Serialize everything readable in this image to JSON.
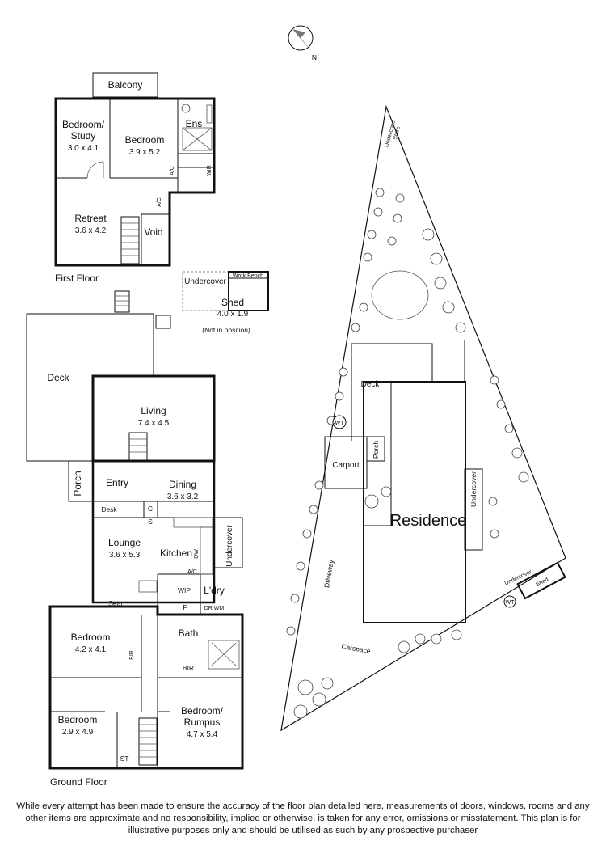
{
  "compass": {
    "label": "N"
  },
  "first_floor": {
    "title": "First Floor",
    "rooms": {
      "balcony": "Balcony",
      "bedroom_study": {
        "name1": "Bedroom/",
        "name2": "Study",
        "dims": "3.0 x 4.1"
      },
      "bedroom": {
        "name": "Bedroom",
        "dims": "3.9 x 5.2"
      },
      "ens": "Ens",
      "wir": "WIR",
      "ac1": "A/C",
      "ac2": "A/C",
      "retreat": {
        "name": "Retreat",
        "dims": "3.6 x 4.2"
      },
      "void": "Void"
    }
  },
  "shed_plan": {
    "undercover": "Undercover",
    "work_bench": "Work Bench",
    "shed": {
      "name": "Shed",
      "dims": "4.0 x 1.9"
    },
    "note": "(Not in position)"
  },
  "ground_floor": {
    "title": "Ground Floor",
    "rooms": {
      "deck": "Deck",
      "living": {
        "name": "Living",
        "dims": "7.4 x 4.5"
      },
      "porch": "Porch",
      "entry": "Entry",
      "dining": {
        "name": "Dining",
        "dims": "3.6 x 3.2"
      },
      "desk": "Desk",
      "c": "C",
      "s": "S",
      "lounge": {
        "name": "Lounge",
        "dims": "3.6 x 5.3"
      },
      "kitchen": "Kitchen",
      "dw": "DW",
      "undercover": "Undercover",
      "ac": "A/C",
      "wip": "WIP",
      "f": "F",
      "ldry": "L'dry",
      "dr_wm": "DR WM",
      "seat": "Seat",
      "bedroom1": {
        "name": "Bedroom",
        "dims": "4.2 x 4.1"
      },
      "bir": "BIR",
      "bath": "Bath",
      "bedroom2": {
        "name": "Bedroom",
        "dims": "2.9 x 4.9"
      },
      "bedroom_rumpus": {
        "name1": "Bedroom/",
        "name2": "Rumpus",
        "dims": "4.7 x 5.4"
      },
      "st": "ST"
    }
  },
  "site_plan": {
    "undercover_store1": "Undercover",
    "undercover_store2": "Store",
    "deck": "Deck",
    "wt": "WT",
    "carport": "Carport",
    "porch": "Porch",
    "residence": "Residence",
    "undercover": "Undercover",
    "driveway": "Driveway",
    "carspace": "Carspace",
    "undercover_small": "Undercover",
    "shed": "Shed"
  },
  "disclaimer": "While every attempt has been made to ensure the accuracy of the floor plan detailed here, measurements of doors, windows, rooms and any other items are approximate and no responsibility, implied or otherwise, is taken for any error, omissions or misstatement. This plan is for illustrative purposes only and should be utilised as such by any prospective purchaser"
}
